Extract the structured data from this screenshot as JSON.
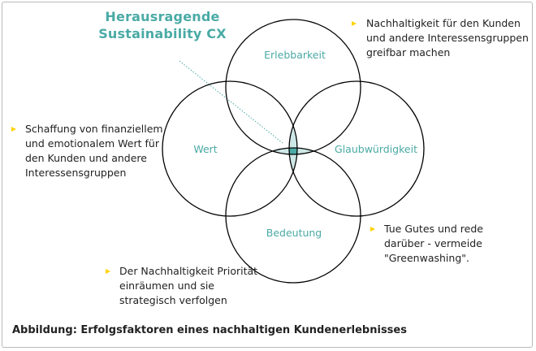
{
  "title": {
    "line1": "Herausragende",
    "line2": "Sustainability CX"
  },
  "circles": {
    "top": "Erlebbarkeit",
    "left": "Wert",
    "right": "Glaubwürdigkeit",
    "bottom": "Bedeutung"
  },
  "notes": {
    "top_right": [
      "Nachhaltigkeit für den Kunden",
      "und andere Interessensgruppen",
      "greifbar machen"
    ],
    "left": [
      "Schaffung von finanziellem",
      "und emotionalem Wert für",
      "den Kunden und andere",
      "Interessensgruppen"
    ],
    "bottom_right": [
      "Tue Gutes und rede",
      "darüber - vermeide",
      "\"Greenwashing\"."
    ],
    "bottom_left": [
      "Der Nachhaltigkeit Priorität",
      "einräumen und sie",
      "strategisch verfolgen"
    ]
  },
  "caption": "Abbildung: Erfolgsfaktoren eines nachhaltigen Kundenerlebnisses",
  "colors": {
    "accent": "#4aaaa5",
    "overlap_light": "#cde7e6",
    "overlap_dark": "#4aaaa5",
    "bullet": "#ffd200",
    "outline": "#000000"
  }
}
